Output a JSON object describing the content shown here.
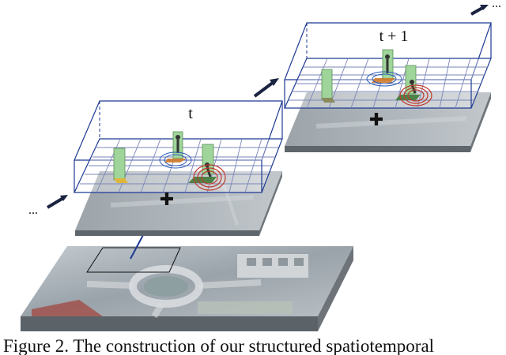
{
  "figure": {
    "label_t": "t",
    "label_t_plus_1": "t + 1",
    "ellipsis_left": "...",
    "ellipsis_right": "...",
    "plus_symbol": "✚",
    "colors": {
      "box_edge": "#1f3a93",
      "grid": "#7a86b8",
      "arrow": "#1a2340",
      "person_box": "#9fd59a",
      "ellipse_red": "#c0392b",
      "ellipse_blue": "#2e5fb8",
      "slab_top": "#a9b2b9",
      "slab_side": "#5e666c"
    }
  },
  "caption": {
    "text": "Figure 2. The construction of our structured spatiotemporal"
  }
}
